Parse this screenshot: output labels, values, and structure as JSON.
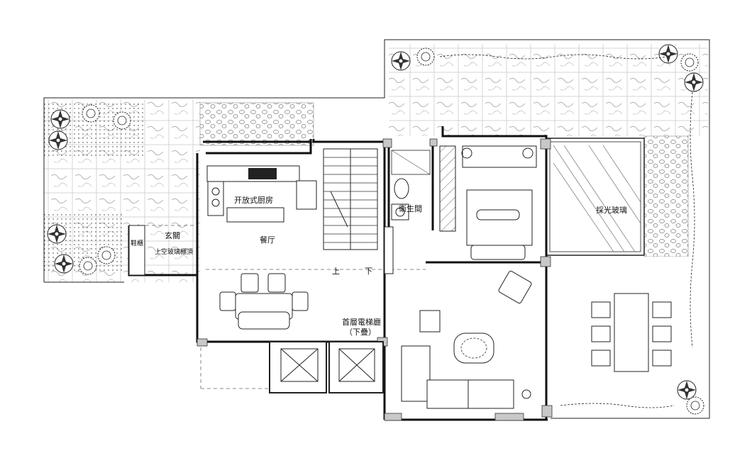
{
  "labels": {
    "entrance": "玄關",
    "shoe_cabinet": "鞋櫃",
    "glass_canopy": "上空玻璃棚頂",
    "open_kitchen": "开放式厨房",
    "dining": "餐厅",
    "bathroom": "衛生間",
    "skylight": "採光玻璃",
    "up": "上",
    "down": "下",
    "elevator_hall": "首層電梯廳",
    "lower_floor": "（下疊）"
  }
}
